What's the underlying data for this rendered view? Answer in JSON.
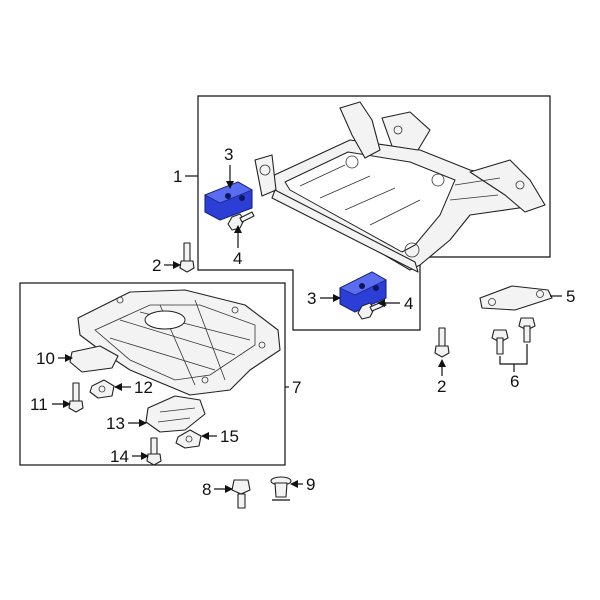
{
  "highlight_color": "#2b3fd6",
  "callouts": {
    "c1": "1",
    "c2a": "2",
    "c2b": "2",
    "c3a": "3",
    "c3b": "3",
    "c4a": "4",
    "c4b": "4",
    "c5": "5",
    "c6": "6",
    "c7": "7",
    "c8": "8",
    "c9": "9",
    "c10": "10",
    "c11": "11",
    "c12": "12",
    "c13": "13",
    "c14": "14",
    "c15": "15"
  }
}
